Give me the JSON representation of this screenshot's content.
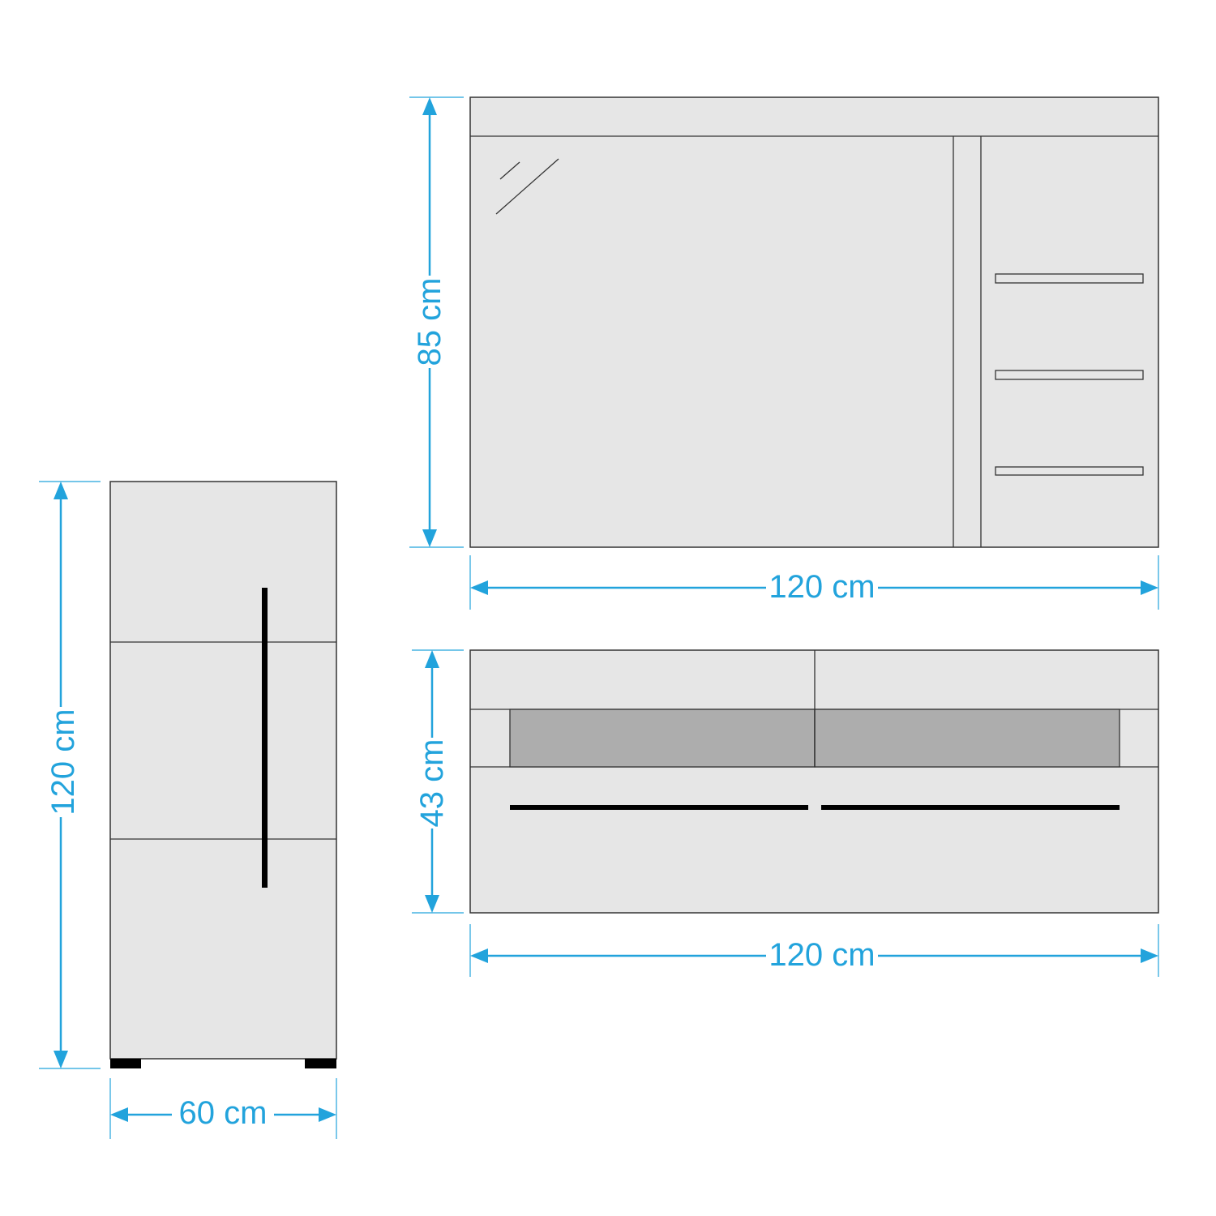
{
  "title": "Furniture dimension drawing",
  "colors": {
    "dimension": "#22a3dc",
    "panel": "#e6e6e6",
    "glass_insert": "#adadad",
    "outline": "#333333",
    "handle": "#000000"
  },
  "cabinet": {
    "height_label": "120 cm",
    "width_label": "60 cm"
  },
  "mirror": {
    "height_label": "85 cm",
    "width_label": "120 cm"
  },
  "lowboard": {
    "height_label": "43 cm",
    "width_label": "120 cm"
  }
}
